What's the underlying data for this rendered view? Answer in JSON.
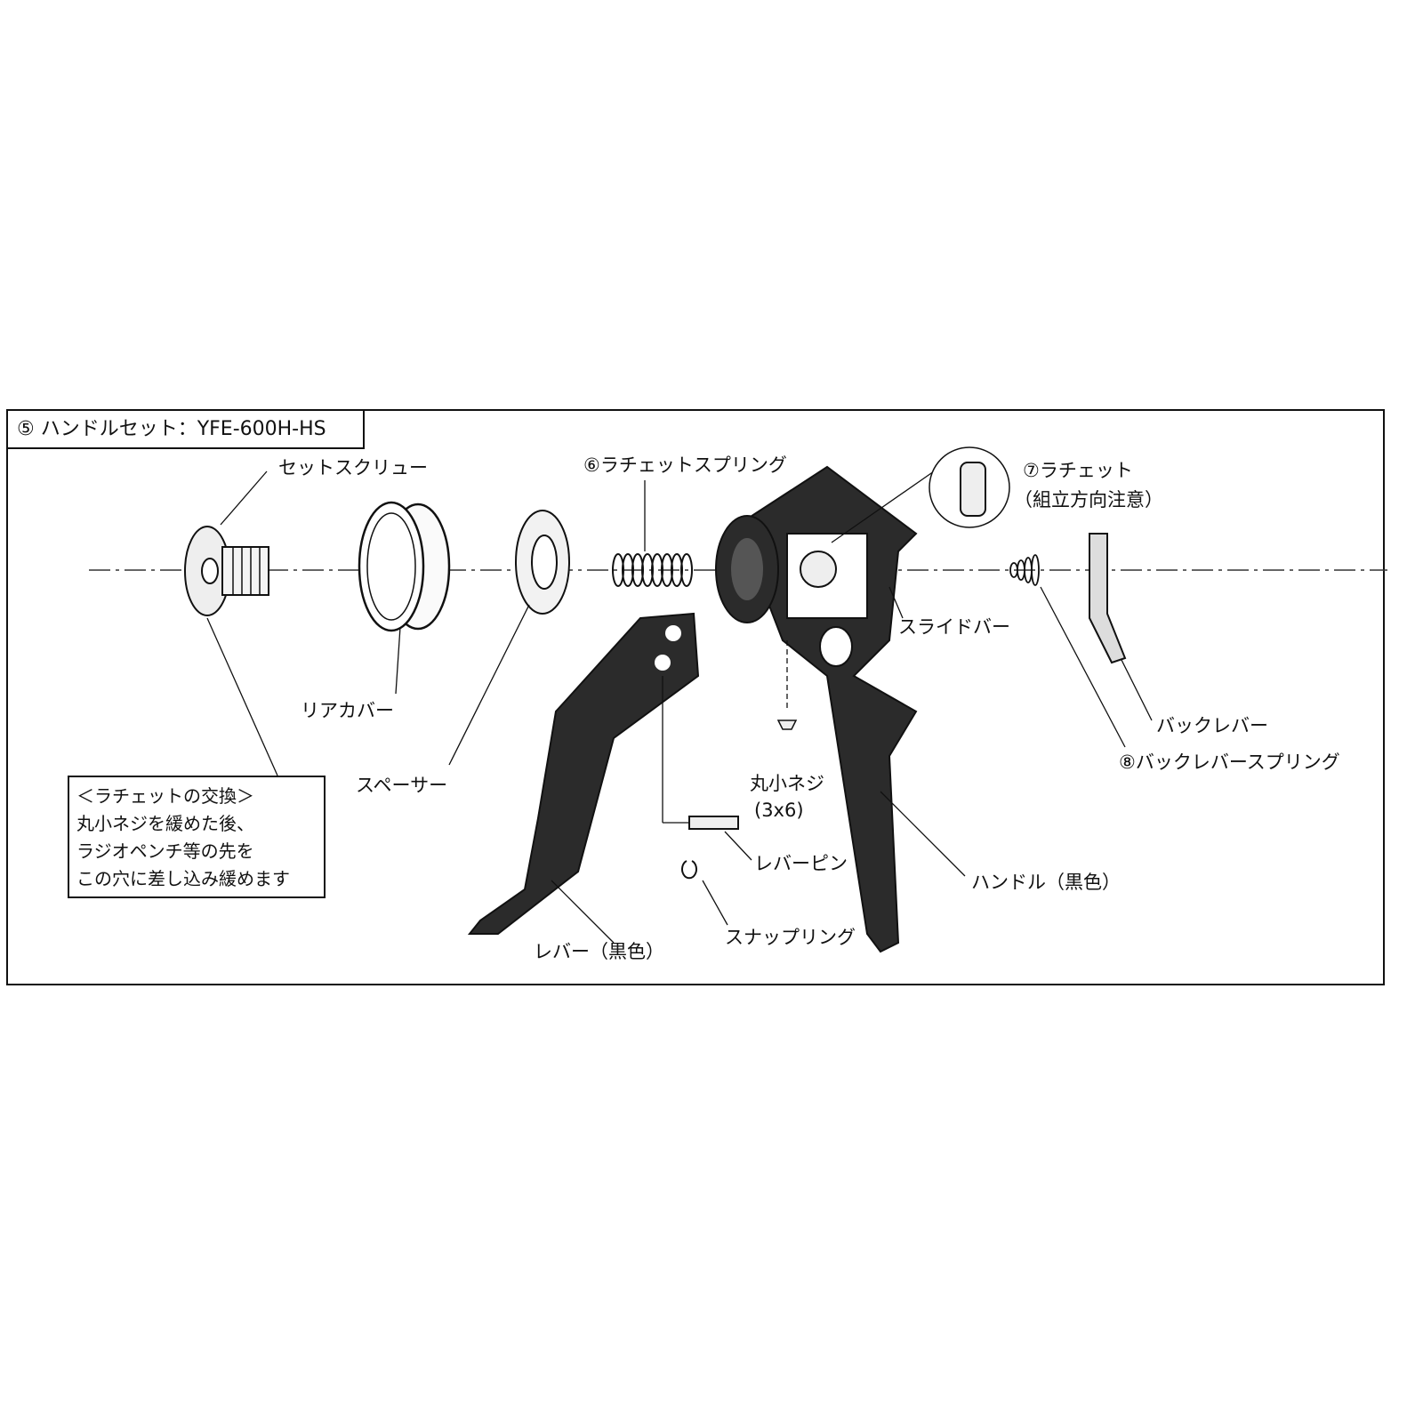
{
  "title": "⑤ ハンドルセット：YFE-600H-HS",
  "labels": {
    "set_screw": "セットスクリュー",
    "ratchet_spring": "⑥ラチェットスプリング",
    "ratchet": "⑦ラチェット",
    "ratchet_note": "（組立方向注意）",
    "slide_bar": "スライドバー",
    "back_lever": "バックレバー",
    "back_lever_spring": "⑧バックレバースプリング",
    "rear_cover": "リアカバー",
    "spacer": "スペーサー",
    "round_screw": "丸小ネジ",
    "round_screw_size": "(3x6)",
    "lever_pin": "レバーピン",
    "handle": "ハンドル（黒色）",
    "snap_ring": "スナップリング",
    "lever": "レバー（黒色）"
  },
  "note": {
    "heading": "＜ラチェットの交換＞",
    "lines": [
      "丸小ネジを緩めた後、",
      "ラジオペンチ等の先を",
      "この穴に差し込み緩めます"
    ]
  },
  "colors": {
    "part_dark": "#2b2b2b",
    "line": "#111111"
  }
}
